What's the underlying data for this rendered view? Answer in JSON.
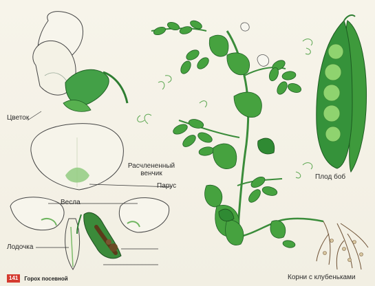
{
  "labels": {
    "flower": "Цветок",
    "split_corolla_line1": "Расчлененный",
    "split_corolla_line2": "венчик",
    "sail": "Парус",
    "oars": "Весла",
    "boat": "Лодочка",
    "fruit": "Плод боб",
    "roots": "Корни с клубеньками"
  },
  "caption": {
    "figure_number": "141",
    "title": "Горох посевной"
  },
  "colors": {
    "leaf_green": "#3f9a3c",
    "leaf_dark": "#23672a",
    "petal": "#f5f3e8",
    "outline": "#3a3a3a",
    "figure_badge": "#d43a2f"
  }
}
